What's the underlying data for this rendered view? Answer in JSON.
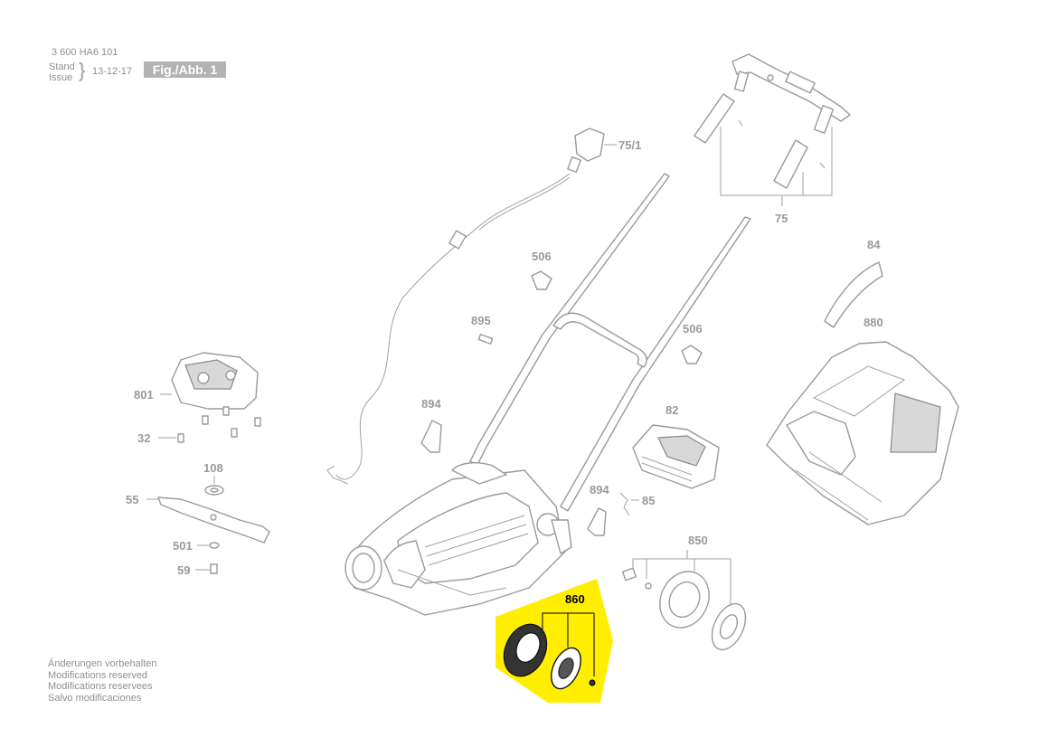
{
  "header": {
    "doc_number": "3 600 HA6 101",
    "stand": "Stand",
    "issue": "Issue",
    "date": "13-12-17",
    "figure": "Fig./Abb. 1"
  },
  "notes": [
    "Änderungen vorbehalten",
    "Modifications reserved",
    "Modifications reservees",
    "Salvo modificaciones"
  ],
  "parts": {
    "p75_1": "75/1",
    "p75": "75",
    "p84": "84",
    "p880": "880",
    "p506a": "506",
    "p506b": "506",
    "p895": "895",
    "p894a": "894",
    "p894b": "894",
    "p801": "801",
    "p32": "32",
    "p108": "108",
    "p55": "55",
    "p501": "501",
    "p59": "59",
    "p82": "82",
    "p85": "85",
    "p850": "850",
    "p860": "860"
  },
  "colors": {
    "highlight": "#ffee00",
    "line": "#9a9a9a",
    "badge": "#b3b3b3"
  }
}
